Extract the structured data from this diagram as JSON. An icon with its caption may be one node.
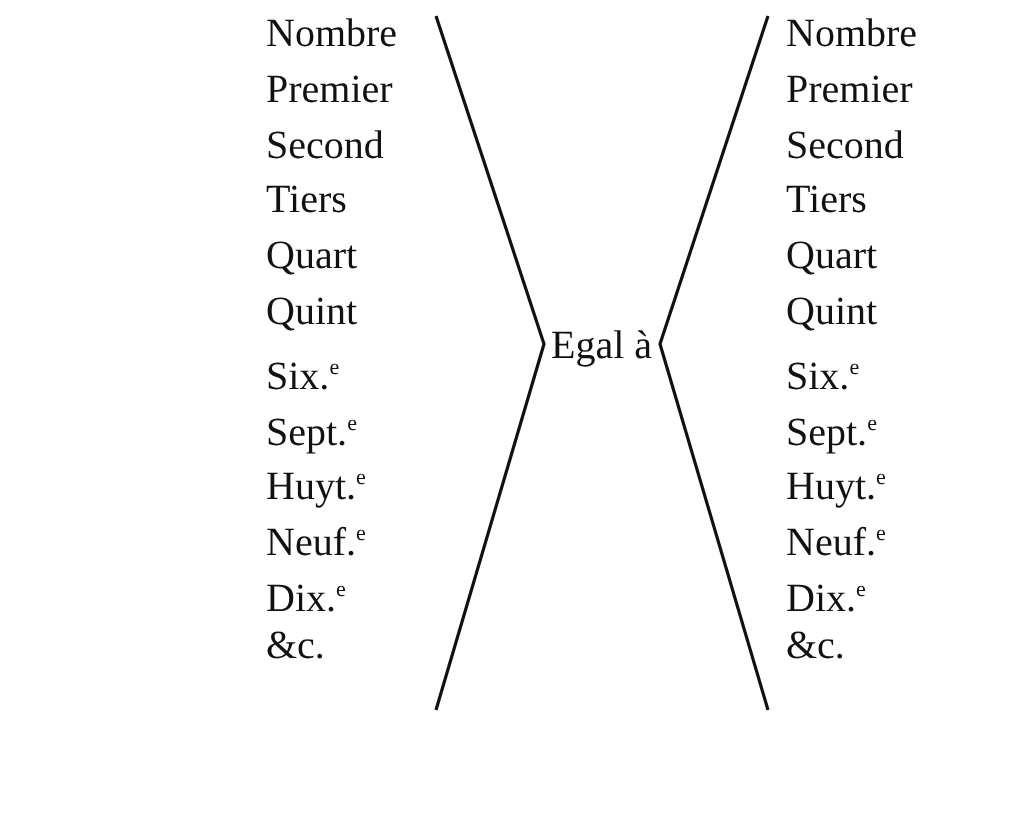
{
  "diagram": {
    "labels": [
      "Nombre",
      "Premier",
      "Second",
      "Tiers",
      "Quart",
      "Quint",
      "Six.$^{e}$",
      "Sept.$^{e}$",
      "Huyt.$^{e}$",
      "Neuf.$^{e}$",
      "Dix.$^{e}$",
      "&c.",
      "Egal à",
      "Nombre",
      "Premier",
      "Second",
      "Tiers",
      "Quart",
      "Quint",
      "Six.$^{e}$",
      "Sept.$^{e}$",
      "Huyt.$^{e}$",
      "Neuf.$^{e}$",
      "Dix.$^{e}$",
      "&c."
    ]
  }
}
